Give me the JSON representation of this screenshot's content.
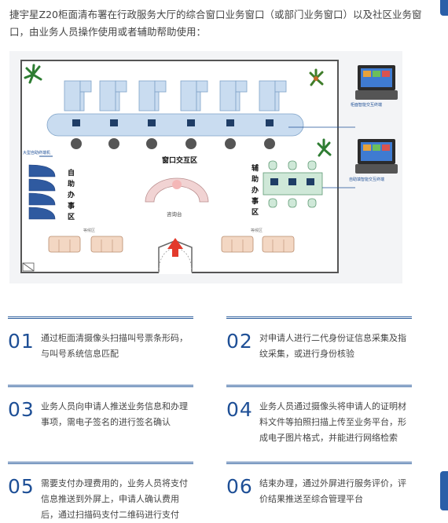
{
  "intro_text": "捷宇星Z20柜面清布署在行政服务大厅的综合窗口业务窗口（或部门业务窗口）以及社区业务窗口，由业务人员操作使用或者辅助帮助使用：",
  "floorplan": {
    "area_window": "窗口交互区",
    "area_self_service": [
      "自",
      "助",
      "办",
      "事",
      "区"
    ],
    "area_assist": [
      "辅",
      "助",
      "办",
      "事",
      "区"
    ],
    "consult_desk": "咨询台",
    "large_terminal": "大型自助终端机",
    "counter_terminal_top": "柜面智能交互终端",
    "counter_terminal_bottom": "自助填智能交互终端",
    "waiting_label": "等候区"
  },
  "steps": [
    {
      "num": "01",
      "text": "通过柜面清摄像头扫描叫号票条形码，与叫号系统信息匹配"
    },
    {
      "num": "02",
      "text": "对申请人进行二代身份证信息采集及指纹采集，或进行身份核验"
    },
    {
      "num": "03",
      "text": "业务人员向申请人推送业务信息和办理事项，需电子签名的进行签名确认"
    },
    {
      "num": "04",
      "text": "业务人员通过摄像头将申请人的证明材料文件等拍照扫描上传至业务平台，形成电子图片格式，并能进行网络检索"
    },
    {
      "num": "05",
      "text": "需要支付办理费用的，业务人员将支付信息推送到外屏上，申请人确认费用后，通过扫描码支付二维码进行支付"
    },
    {
      "num": "06",
      "text": "结束办理，通过外屏进行服务评价，评价结果推送至综合管理平台"
    }
  ],
  "colors": {
    "accent": "#1e4f96",
    "rule": "#2f5f9e",
    "desk": "#c9dcf0",
    "sofa": "#f3d7c3"
  }
}
